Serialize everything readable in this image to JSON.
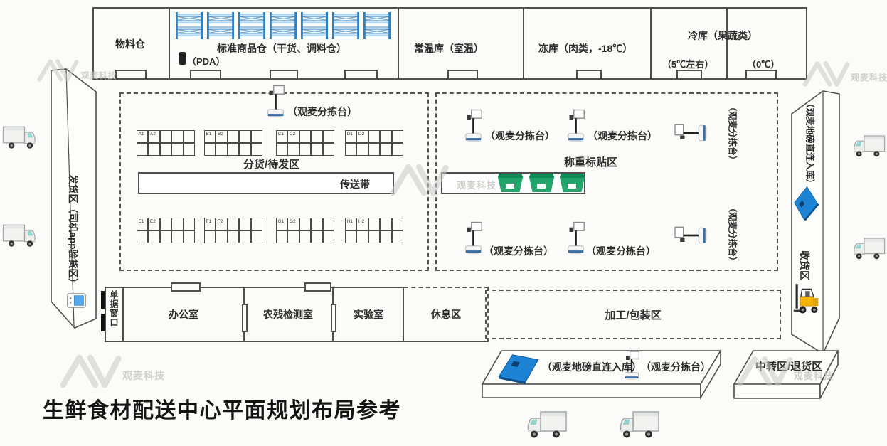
{
  "title": "生鲜食材配送中心平面规划布局参考",
  "watermark": {
    "text": "观麦科技"
  },
  "top_rooms": {
    "material": "物料仓",
    "standard": "标准商品仓（干货、调料仓）",
    "pda": "（PDA）",
    "ambient": "常温库（室温）",
    "freezer": "冻库（肉类，-18℃）",
    "cold": "冷库（果蔬类）",
    "cold_left": "（5℃左右）",
    "cold_right": "（0℃）"
  },
  "shipping_strip": {
    "label": "发货区（司机app验货区）"
  },
  "receiving_strip": {
    "scale_label": "（观麦地磅直连入库）",
    "label": "收货区"
  },
  "sorting_area": {
    "station_label": "（观麦分拣台）",
    "zone_label": "分货/待发区",
    "conveyor_label": "传送带",
    "grids": [
      [
        "A1",
        "A2"
      ],
      [
        "B1",
        "B2"
      ],
      [
        "C1",
        "C2"
      ],
      [
        "D1",
        "D2"
      ],
      [
        "E1",
        "E2"
      ],
      [
        "F1",
        "F2"
      ],
      [
        "G1",
        "G2"
      ],
      [
        "H1",
        "H2"
      ]
    ]
  },
  "weighing_area": {
    "zone_label": "称重标贴区",
    "station_label": "（观麦分拣台）"
  },
  "bottom_rooms": {
    "doc_window": "单据窗口",
    "office": "办公室",
    "pesticide": "农残检测室",
    "lab": "实验室",
    "rest": "休息区",
    "processing": "加工/包装区"
  },
  "dock": {
    "scale_label": "（观麦地磅直连入库）",
    "station_label": "（观麦分拣台）",
    "transfer_label": "中转区/退货区"
  },
  "colors": {
    "shelf_blue": "#2f80c3",
    "scale_blue": "#1d83d4",
    "crate_green": "#23a56c",
    "forklift_yellow": "#f5b301",
    "wall_gray": "#4f4f4f"
  }
}
